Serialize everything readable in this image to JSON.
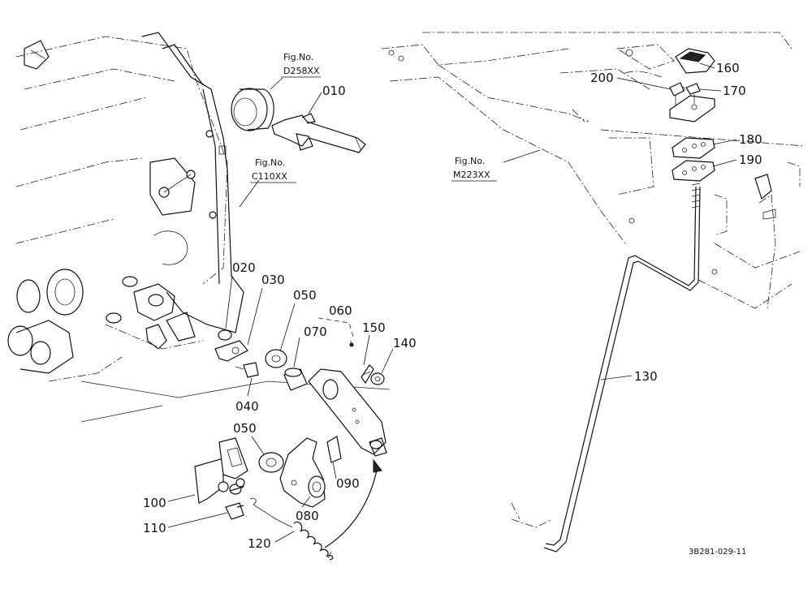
{
  "figure_refs": [
    {
      "id": "d258",
      "line1": "Fig.No.",
      "line2": "D258XX"
    },
    {
      "id": "c110",
      "line1": "Fig.No.",
      "line2": "C110XX"
    },
    {
      "id": "m223",
      "line1": "Fig.No.",
      "line2": "M223XX"
    }
  ],
  "parts": [
    {
      "id": "p010",
      "label": "010"
    },
    {
      "id": "p020",
      "label": "020"
    },
    {
      "id": "p030",
      "label": "030"
    },
    {
      "id": "p040",
      "label": "040"
    },
    {
      "id": "p050a",
      "label": "050"
    },
    {
      "id": "p050b",
      "label": "050"
    },
    {
      "id": "p060",
      "label": "060"
    },
    {
      "id": "p070",
      "label": "070"
    },
    {
      "id": "p080",
      "label": "080"
    },
    {
      "id": "p090",
      "label": "090"
    },
    {
      "id": "p100",
      "label": "100"
    },
    {
      "id": "p110",
      "label": "110"
    },
    {
      "id": "p120",
      "label": "120"
    },
    {
      "id": "p130",
      "label": "130"
    },
    {
      "id": "p140",
      "label": "140"
    },
    {
      "id": "p150",
      "label": "150"
    },
    {
      "id": "p160",
      "label": "160"
    },
    {
      "id": "p170",
      "label": "170"
    },
    {
      "id": "p180",
      "label": "180"
    },
    {
      "id": "p190",
      "label": "190"
    },
    {
      "id": "p200",
      "label": "200"
    }
  ],
  "drawing_code": "3B281-029-11"
}
